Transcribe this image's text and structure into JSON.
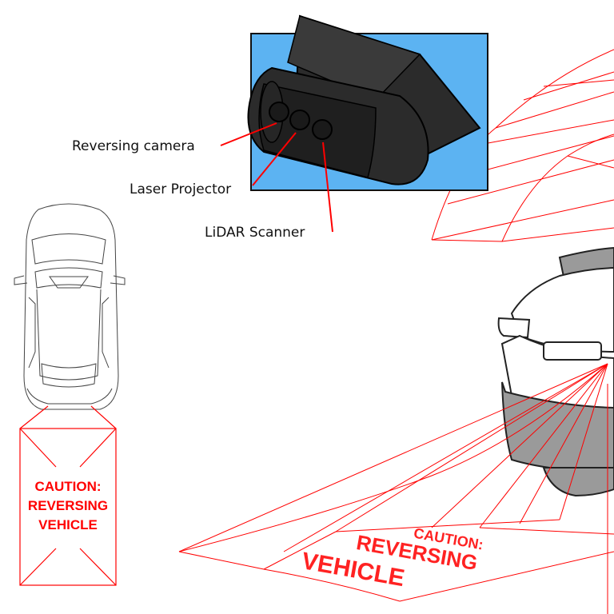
{
  "labels": {
    "reversing_camera": "Reversing camera",
    "laser_projector": "Laser Projector",
    "lidar_scanner": "LiDAR Scanner"
  },
  "warning_sign": {
    "line1": "CAUTION:",
    "line2": "REVERSING",
    "line3": "VEHICLE"
  },
  "projected_text": {
    "line1": "CAUTION:",
    "line2": "REVERSING",
    "line3": "VEHICLE"
  },
  "colors": {
    "accent_red": "#ff0000",
    "inset_background": "#5cb3f2",
    "vehicle_body": "#9a9a9a",
    "device_body": "#2b2b2b"
  }
}
